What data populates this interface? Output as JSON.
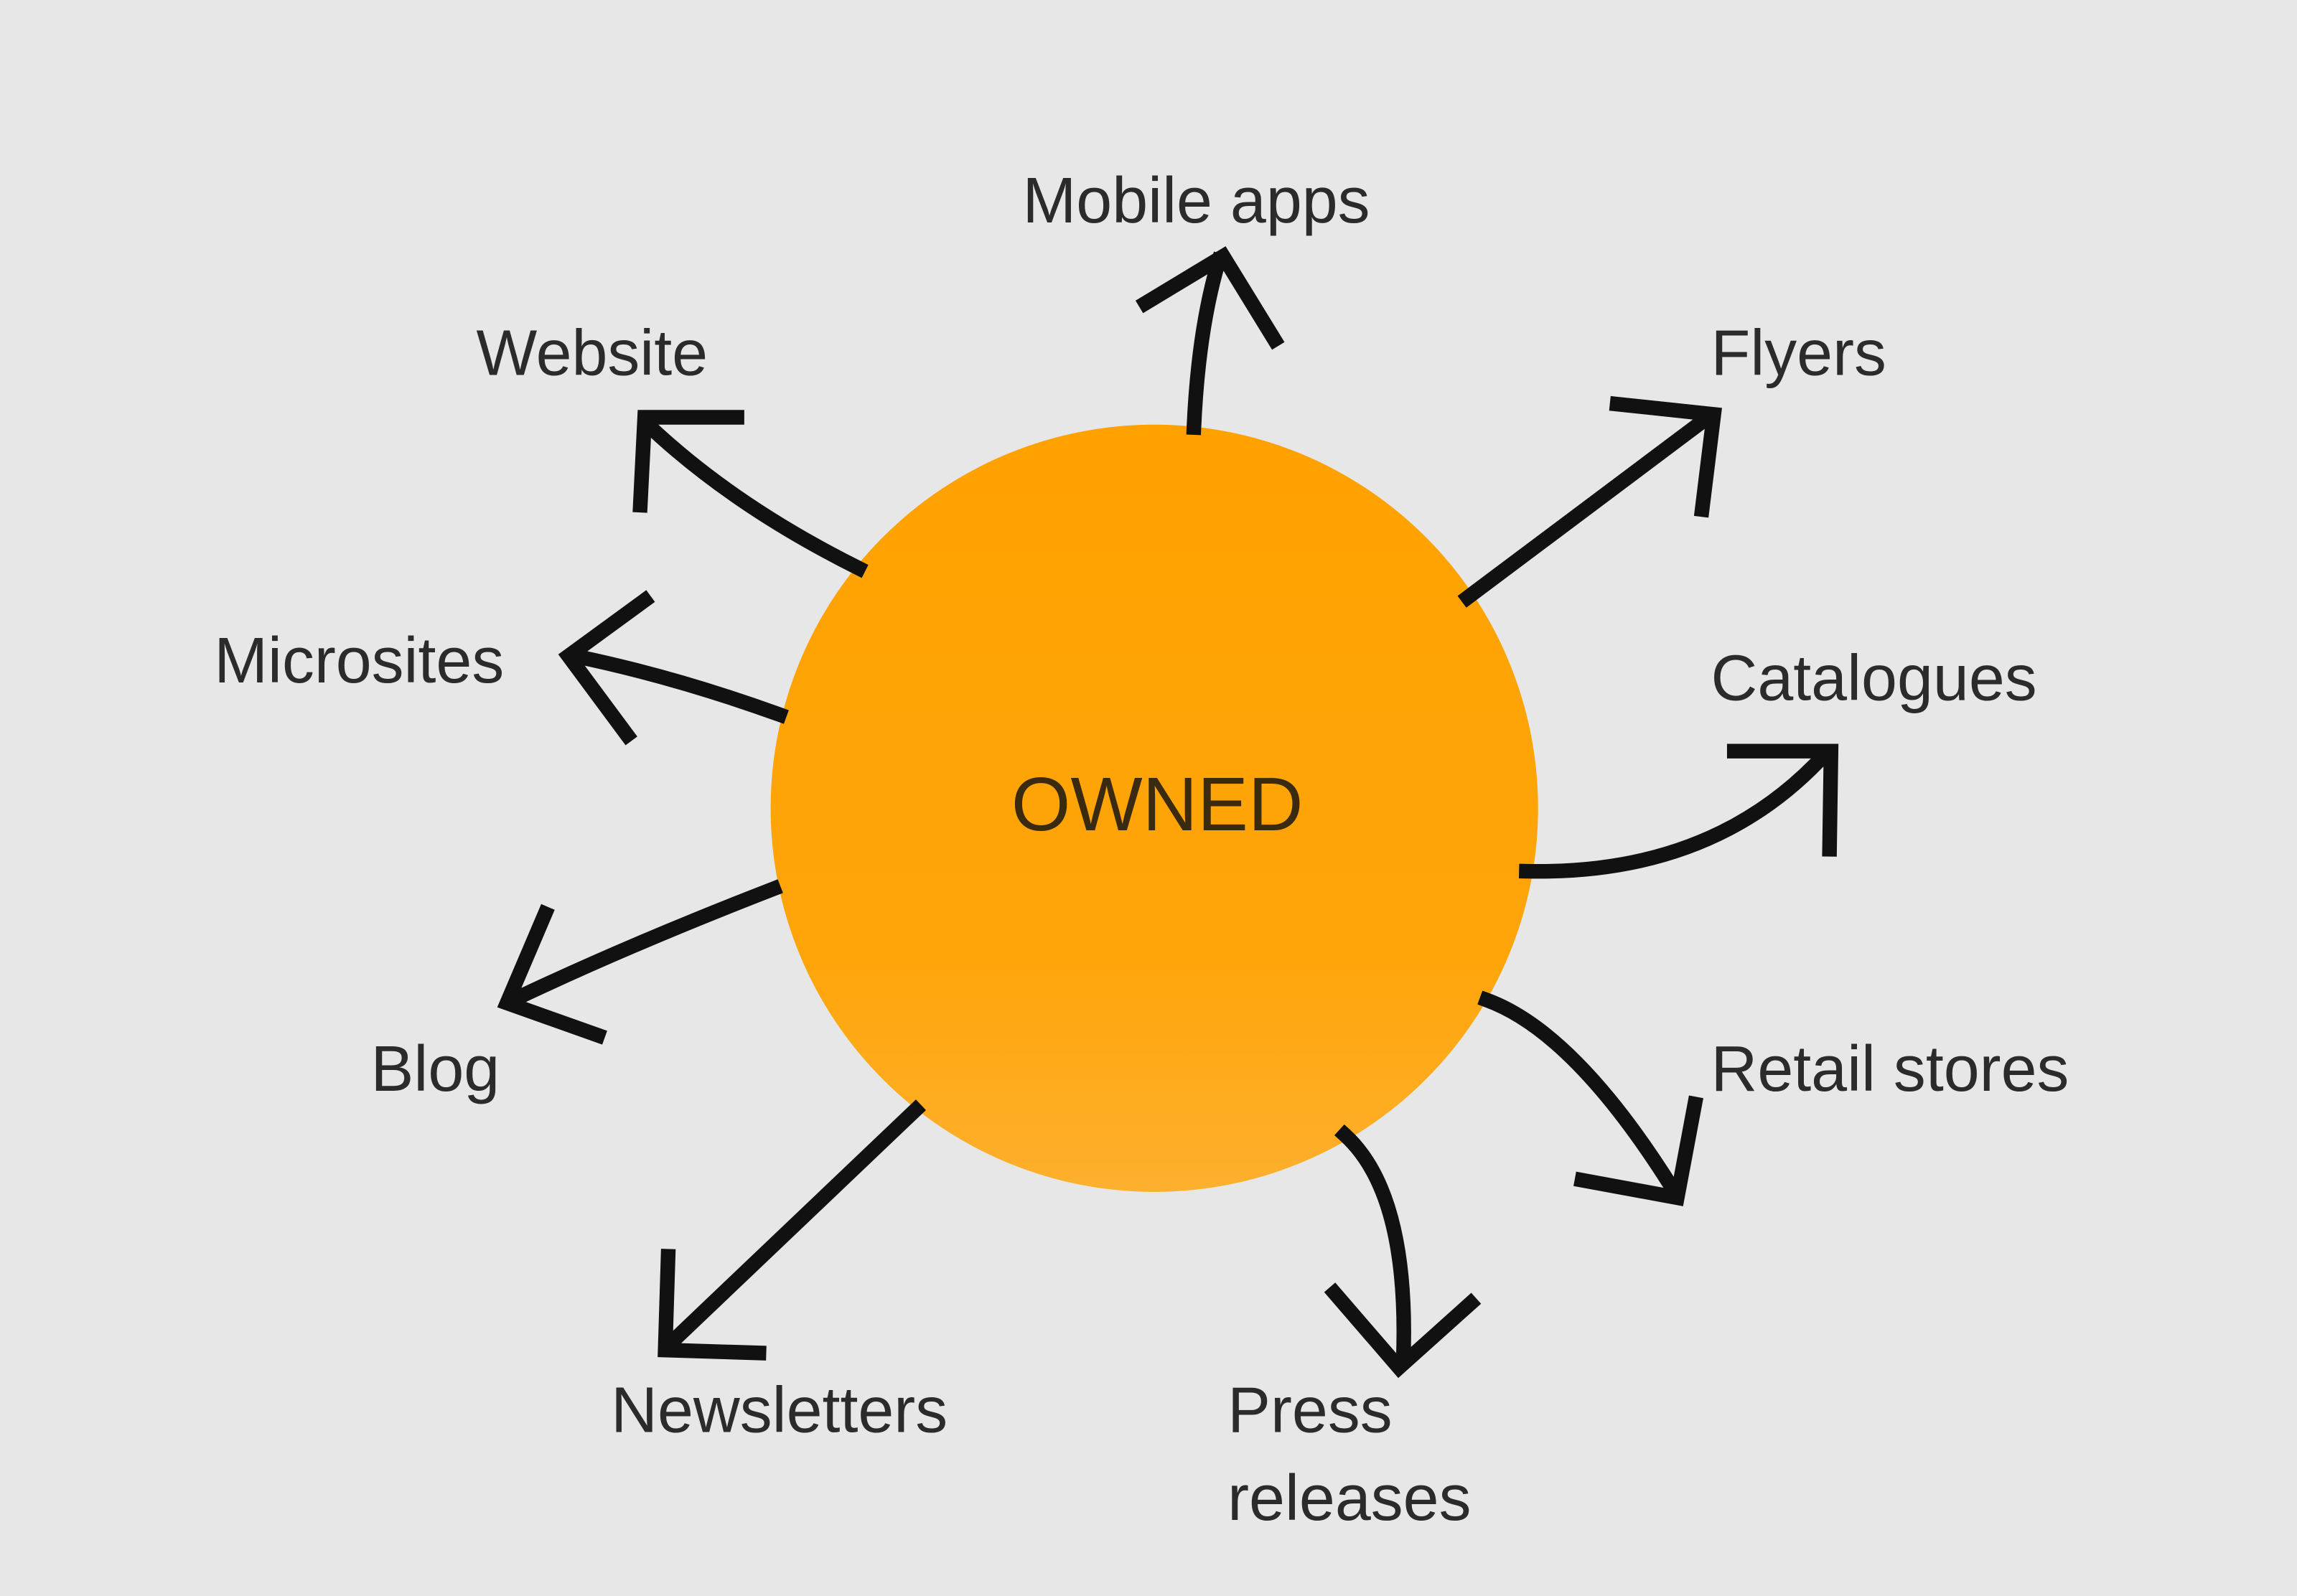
{
  "diagram": {
    "center": {
      "label": "OWNED",
      "color": "#FFA200"
    },
    "background": "#e6e7e6",
    "channels": [
      {
        "label": "Mobile apps"
      },
      {
        "label": "Website"
      },
      {
        "label": "Flyers"
      },
      {
        "label": "Microsites"
      },
      {
        "label": "Catalogues"
      },
      {
        "label": "Blog"
      },
      {
        "label": "Retail stores"
      },
      {
        "label": "Newsletters"
      },
      {
        "label_line1": "Press",
        "label_line2": "releases"
      }
    ]
  }
}
